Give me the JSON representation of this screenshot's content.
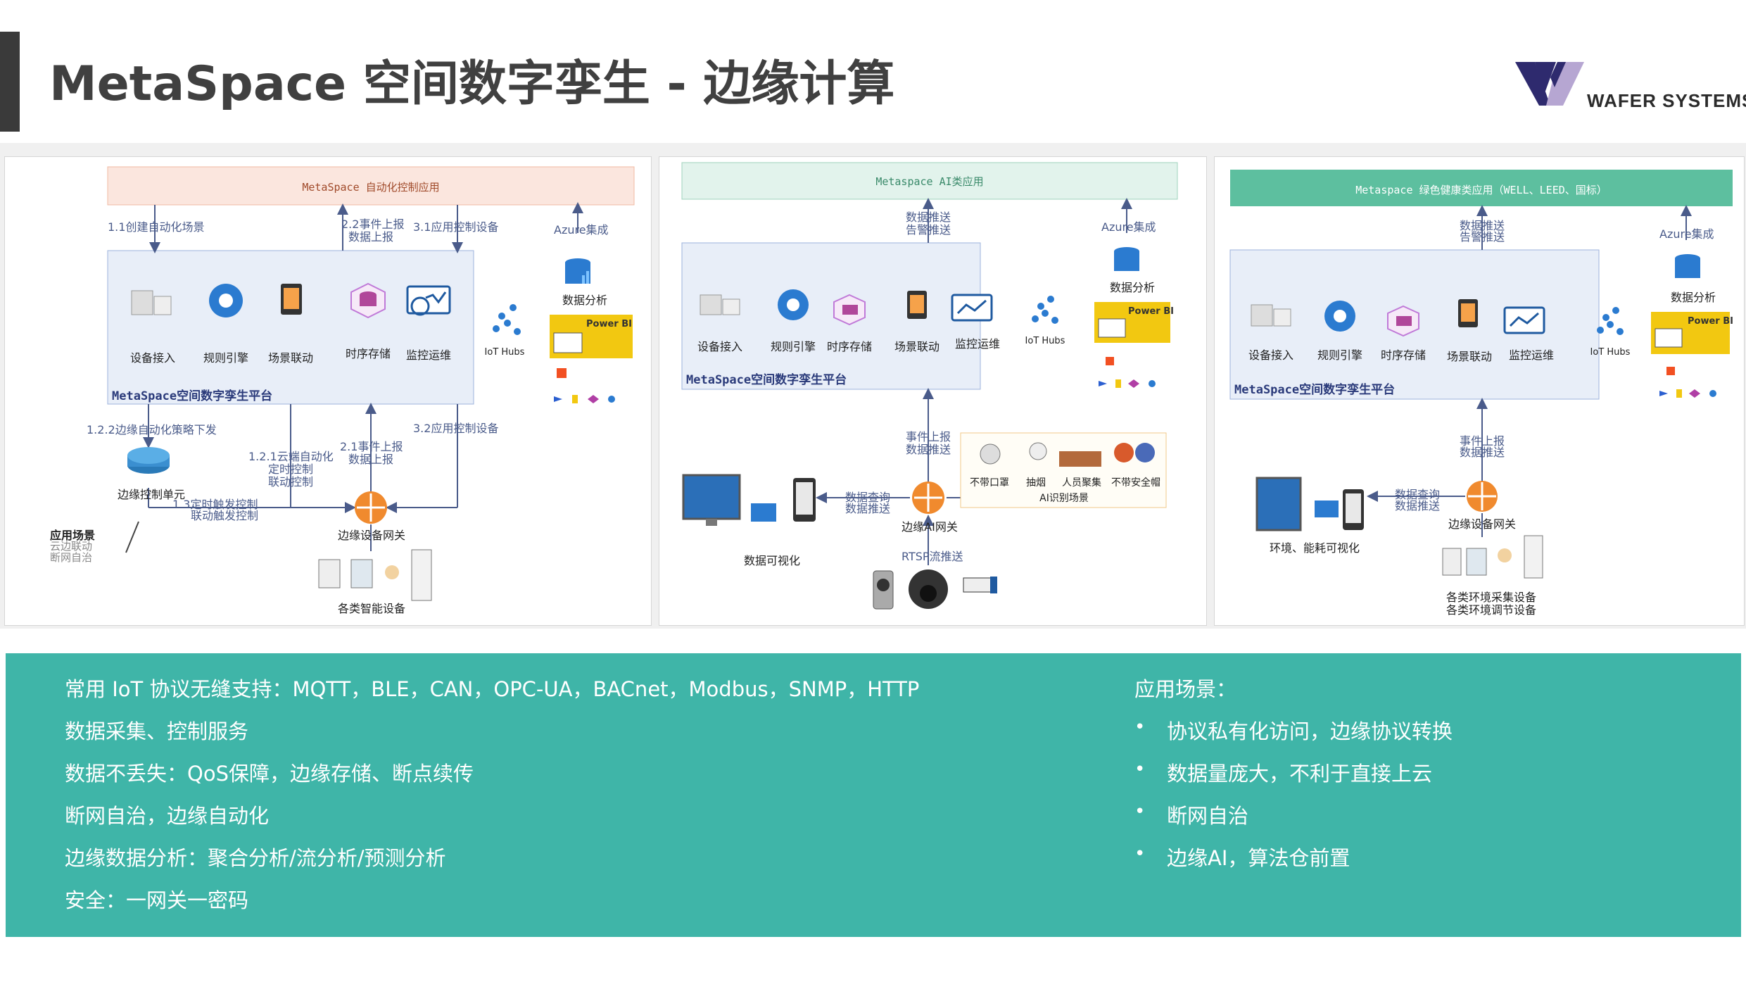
{
  "title": "MetaSpace 空间数字孪生 - 边缘计算",
  "logo": {
    "text": "WAFER SYSTEMS",
    "colors": {
      "dark": "#2e2a6e",
      "light": "#b6a6d2"
    }
  },
  "colors": {
    "teal": "#3fb5a8",
    "platform_fill": "#e8eef8",
    "orange": "#f08a2e",
    "powerbi": "#f2c811"
  },
  "panels": [
    {
      "header": "MetaSpace 自动化控制应用",
      "platform": "MetaSpace空间数字孪生平台",
      "modules": [
        "设备接入",
        "规则引擎",
        "场景联动",
        "时序存储",
        "监控运维"
      ],
      "iot": "IoT Hubs",
      "azure": "Azure集成",
      "analysis": "数据分析",
      "powerbi": "Power BI",
      "flows": [
        "1.1创建自动化场景",
        "2.2事件上报",
        "数据上报",
        "3.1应用控制设备",
        "1.2.2边缘自动化策略下发",
        "1.2.1云端自动化",
        "定时控制",
        "联动控制",
        "2.1事件上报",
        "数据上报",
        "3.2应用控制设备",
        "1.3定时触发控制",
        "联动触发控制"
      ],
      "edge_unit": "边缘控制单元",
      "gateway": "边缘设备网关",
      "devices": "各类智能设备",
      "side": [
        "应用场景",
        "云边联动",
        "断网自治"
      ]
    },
    {
      "header": "Metaspace AI类应用",
      "platform": "MetaSpace空间数字孪生平台",
      "modules": [
        "设备接入",
        "规则引擎",
        "时序存储",
        "场景联动",
        "监控运维"
      ],
      "iot": "IoT Hubs",
      "azure": "Azure集成",
      "analysis": "数据分析",
      "powerbi": "Power BI",
      "flows": [
        "数据推送",
        "告警推送",
        "事件上报",
        "数据推送",
        "数据查询",
        "数据推送",
        "RTSP流推送"
      ],
      "gateway": "边缘AI网关",
      "visual": "数据可视化",
      "ai_scene": "AI识别场景",
      "ai_items": [
        "不带口罩",
        "抽烟",
        "人员聚集",
        "不带安全帽"
      ]
    },
    {
      "header": "Metaspace 绿色健康类应用（WELL、LEED、国标）",
      "platform": "MetaSpace空间数字孪生平台",
      "modules": [
        "设备接入",
        "规则引擎",
        "时序存储",
        "场景联动",
        "监控运维"
      ],
      "iot": "IoT Hubs",
      "azure": "Azure集成",
      "analysis": "数据分析",
      "powerbi": "Power BI",
      "flows": [
        "数据推送",
        "告警推送",
        "事件上报",
        "数据推送",
        "数据查询",
        "数据推送"
      ],
      "gateway": "边缘设备网关",
      "visual": "环境、能耗可视化",
      "devices": [
        "各类环境采集设备",
        "各类环境调节设备"
      ]
    }
  ],
  "features": [
    "常用 IoT 协议无缝支持：MQTT，BLE，CAN，OPC-UA，BACnet，Modbus，SNMP，HTTP",
    "数据采集、控制服务",
    "数据不丢失：QoS保障，边缘存储、断点续传",
    "断网自治，边缘自动化",
    "边缘数据分析：聚合分析/流分析/预测分析",
    "安全：一网关一密码"
  ],
  "scenarios_title": "应用场景：",
  "scenarios": [
    "协议私有化访问，边缘协议转换",
    "数据量庞大，不利于直接上云",
    "断网自治",
    "边缘AI，算法仓前置"
  ]
}
